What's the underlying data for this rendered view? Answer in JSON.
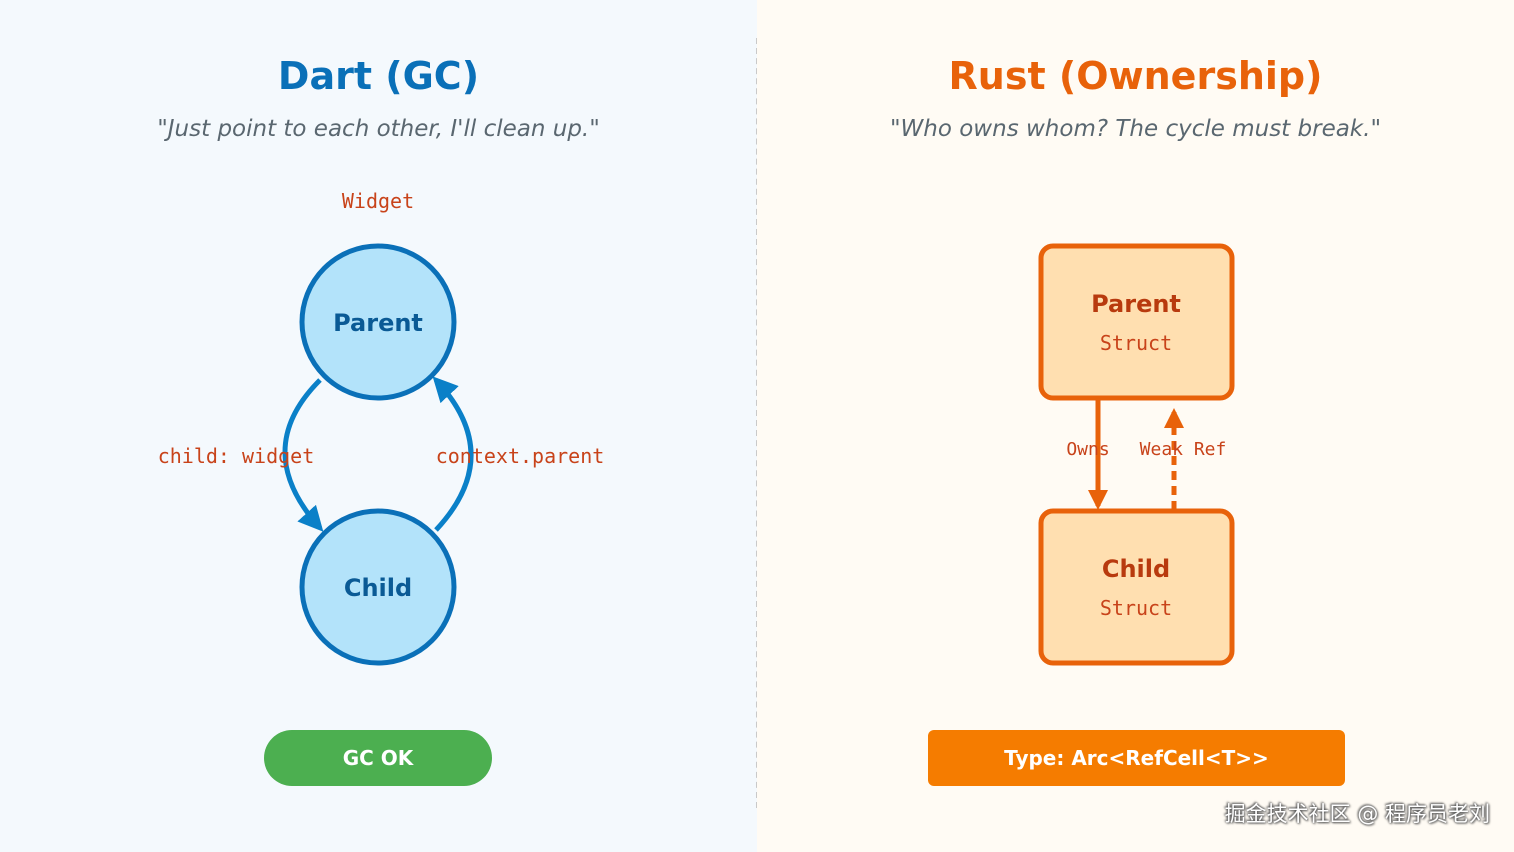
{
  "dart": {
    "title": "Dart (GC)",
    "subtitle": "\"Just point to each other, I'll clean up.\"",
    "widget_label": "Widget",
    "parent_label": "Parent",
    "child_label": "Child",
    "edge_down_label": "child: widget",
    "edge_up_label": "context.parent",
    "badge": "GC OK"
  },
  "rust": {
    "title": "Rust (Ownership)",
    "subtitle": "\"Who owns whom? The cycle must break.\"",
    "parent_label": "Parent",
    "parent_sub": "Struct",
    "child_label": "Child",
    "child_sub": "Struct",
    "owns_label": "Owns",
    "weak_label": "Weak Ref",
    "badge": "Type: Arc<RefCell<T>>"
  },
  "watermark": "掘金技术社区 @ 程序员老刘",
  "colors": {
    "dart_blue": "#0a70b8",
    "dart_fill": "#b3e3fa",
    "rust_orange": "#e8620a",
    "rust_fill": "#ffdfb0",
    "label_red": "#c8431a",
    "gc_green": "#4caf50",
    "type_orange": "#f57c00"
  }
}
